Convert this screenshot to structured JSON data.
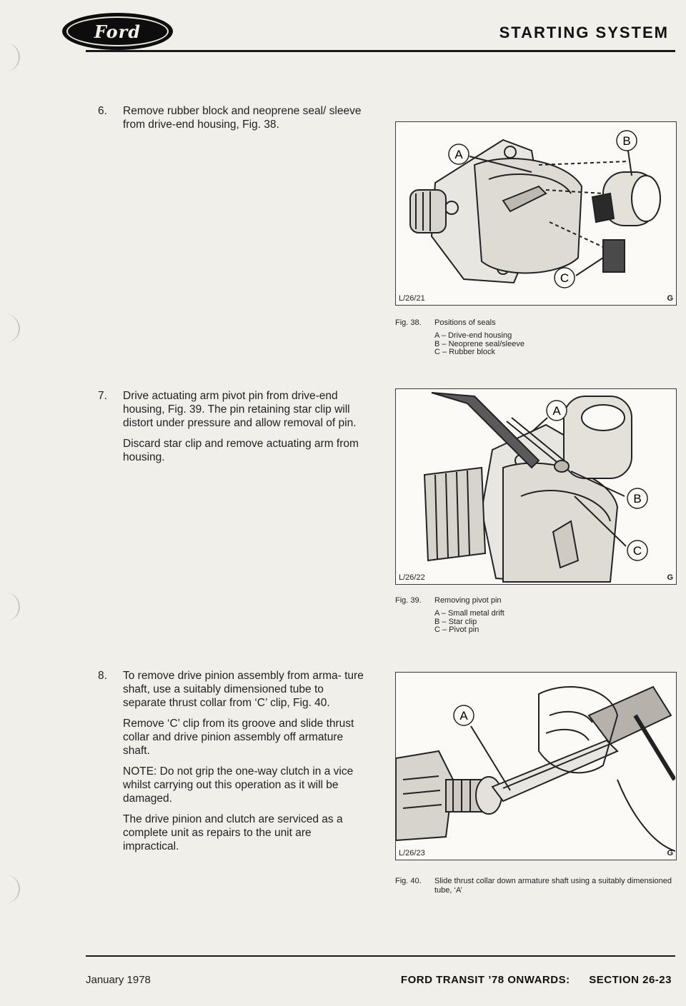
{
  "header": {
    "logo_text": "Ford",
    "title": "STARTING SYSTEM"
  },
  "steps": [
    {
      "number": "6.",
      "paragraphs": [
        "Remove rubber block and neoprene seal/ sleeve from drive-end housing, Fig. 38."
      ]
    },
    {
      "number": "7.",
      "paragraphs": [
        "Drive actuating arm pivot pin from drive-end housing, Fig. 39. The pin retaining star clip will distort under pressure and allow removal of pin.",
        "Discard star clip and remove actuating arm from housing."
      ]
    },
    {
      "number": "8.",
      "paragraphs": [
        "To remove drive pinion assembly from arma- ture shaft, use a suitably dimensioned tube to separate thrust collar from ‘C’ clip, Fig. 40.",
        "Remove ‘C’ clip from its groove and slide thrust collar and drive pinion assembly off armature shaft.",
        "NOTE: Do not grip the one-way clutch in a vice whilst carrying out this operation as it will be damaged.",
        "The drive pinion and clutch are serviced as a complete unit as repairs to the unit are impractical."
      ]
    }
  ],
  "figures": [
    {
      "code": "L/26/21",
      "mark": "G",
      "callouts": [
        "A",
        "B",
        "C"
      ],
      "caption_number": "Fig. 38.",
      "caption_title": "Positions of seals",
      "items": [
        "A – Drive-end housing",
        "B – Neoprene seal/sleeve",
        "C – Rubber block"
      ]
    },
    {
      "code": "L/26/22",
      "mark": "G",
      "callouts": [
        "A",
        "B",
        "C"
      ],
      "caption_number": "Fig. 39.",
      "caption_title": "Removing pivot pin",
      "items": [
        "A – Small metal drift",
        "B – Star clip",
        "C – Pivot pin"
      ]
    },
    {
      "code": "L/26/23",
      "mark": "G",
      "callouts": [
        "A"
      ],
      "caption_number": "Fig. 40.",
      "caption_title": "Slide thrust collar down armature shaft using a suitably dimensioned tube, ‘A’",
      "items": []
    }
  ],
  "footer": {
    "date": "January 1978",
    "publication": "FORD TRANSIT ’78 ONWARDS:",
    "section": "SECTION 26-23"
  }
}
